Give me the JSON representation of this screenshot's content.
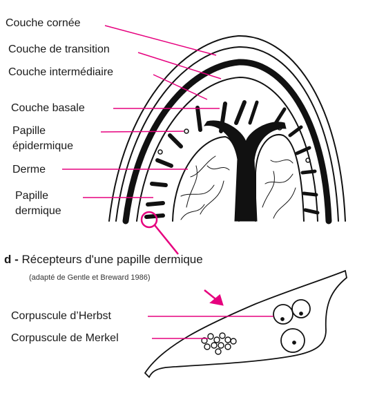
{
  "colors": {
    "leader": "#e6007e",
    "ink": "#111111",
    "background": "#ffffff"
  },
  "upper_labels": {
    "couche_cornee": "Couche cornée",
    "couche_transition": "Couche de transition",
    "couche_intermediaire": "Couche intermédiaire",
    "couche_basale": "Couche basale",
    "papille_epidermique_1": "Papille",
    "papille_epidermique_2": "épidermique",
    "derme": "Derme",
    "papille_dermique_1": "Papille",
    "papille_dermique_2": "dermique"
  },
  "caption": {
    "letter": "d -",
    "title": "Récepteurs d'une papille dermique",
    "source": "(adapté de Gentle et Breward 1986)"
  },
  "lower_labels": {
    "herbst": "Corpuscule d’Herbst",
    "merkel": "Corpuscule de Merkel"
  }
}
